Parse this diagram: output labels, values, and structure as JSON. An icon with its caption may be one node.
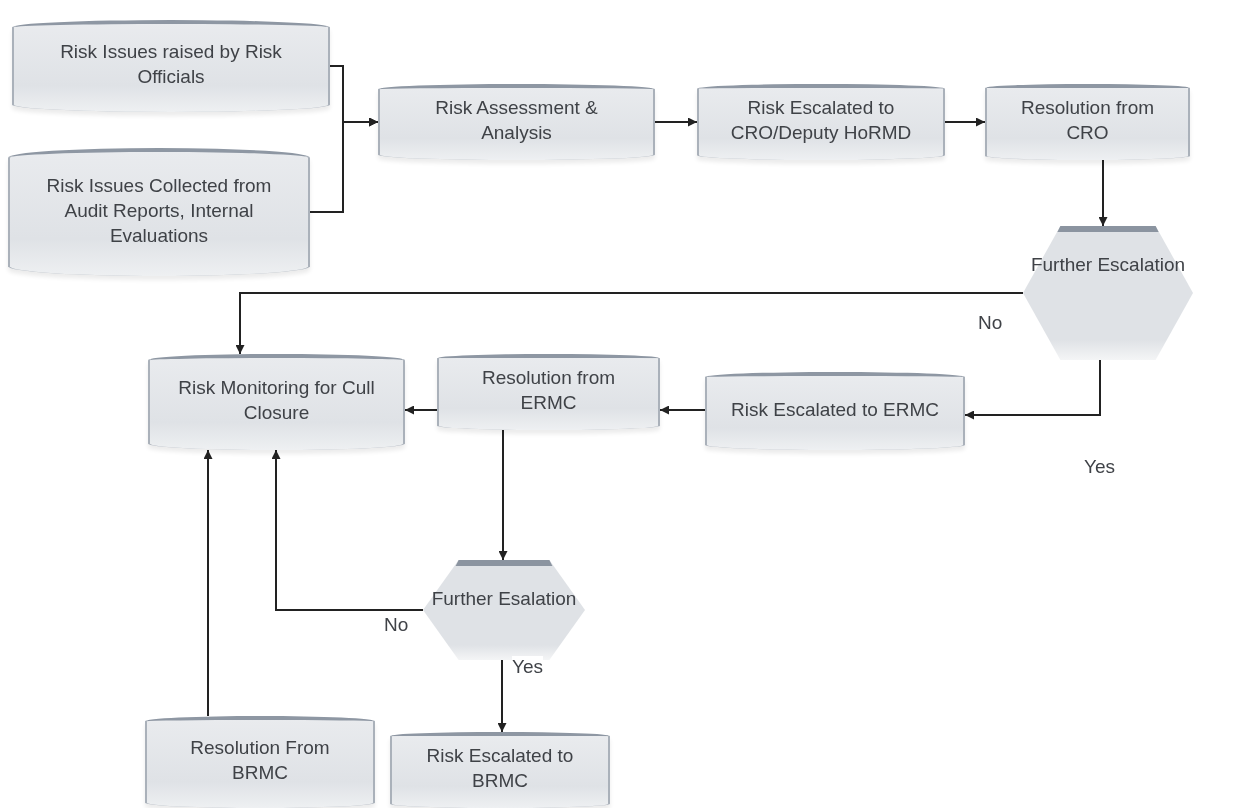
{
  "diagram": {
    "nodes": [
      {
        "text": [
          "Risk Issues raised by Risk Officials"
        ]
      },
      {
        "text": [
          "Risk Issues Collected from Audit Reports, Internal Evaluations"
        ]
      },
      {
        "text": [
          "Risk Assessment & Analysis"
        ]
      },
      {
        "text": [
          "Risk Escalated to CRO/Deputy HoRMD"
        ]
      },
      {
        "text": [
          "Resolution from CRO"
        ]
      },
      {
        "text": [
          "Further Escalation"
        ]
      },
      {
        "text": [
          "Risk Monitoring for Cull Closure"
        ]
      },
      {
        "text": [
          "Resolution from ERMC"
        ]
      },
      {
        "text": [
          "Risk Escalated to ERMC"
        ]
      },
      {
        "text": [
          "Further Esalation"
        ]
      },
      {
        "text": [
          "Resolution From BRMC"
        ]
      },
      {
        "text": [
          "Risk Escalated to BRMC"
        ]
      }
    ],
    "edges": [
      {
        "from": 0,
        "to": 2,
        "arrow": "to"
      },
      {
        "from": 1,
        "to": 2,
        "arrow": "to"
      },
      {
        "from": 2,
        "to": 3,
        "arrow": "to"
      },
      {
        "from": 3,
        "to": 4,
        "arrow": "to"
      },
      {
        "from": 4,
        "to": 5,
        "arrow": "to"
      },
      {
        "from": 5,
        "to": 6,
        "arrow": "to",
        "label": "No"
      },
      {
        "from": 5,
        "to": 8,
        "arrow": "to",
        "label": "Yes"
      },
      {
        "from": 8,
        "to": 7,
        "arrow": "to"
      },
      {
        "from": 7,
        "to": 6,
        "arrow": "to"
      },
      {
        "from": 7,
        "to": 9,
        "arrow": "to"
      },
      {
        "from": 9,
        "to": 6,
        "arrow": "to",
        "label": "No"
      },
      {
        "from": 9,
        "to": 11,
        "arrow": "to",
        "label": "Yes"
      },
      {
        "from": 10,
        "to": 6,
        "arrow": "to"
      }
    ]
  }
}
